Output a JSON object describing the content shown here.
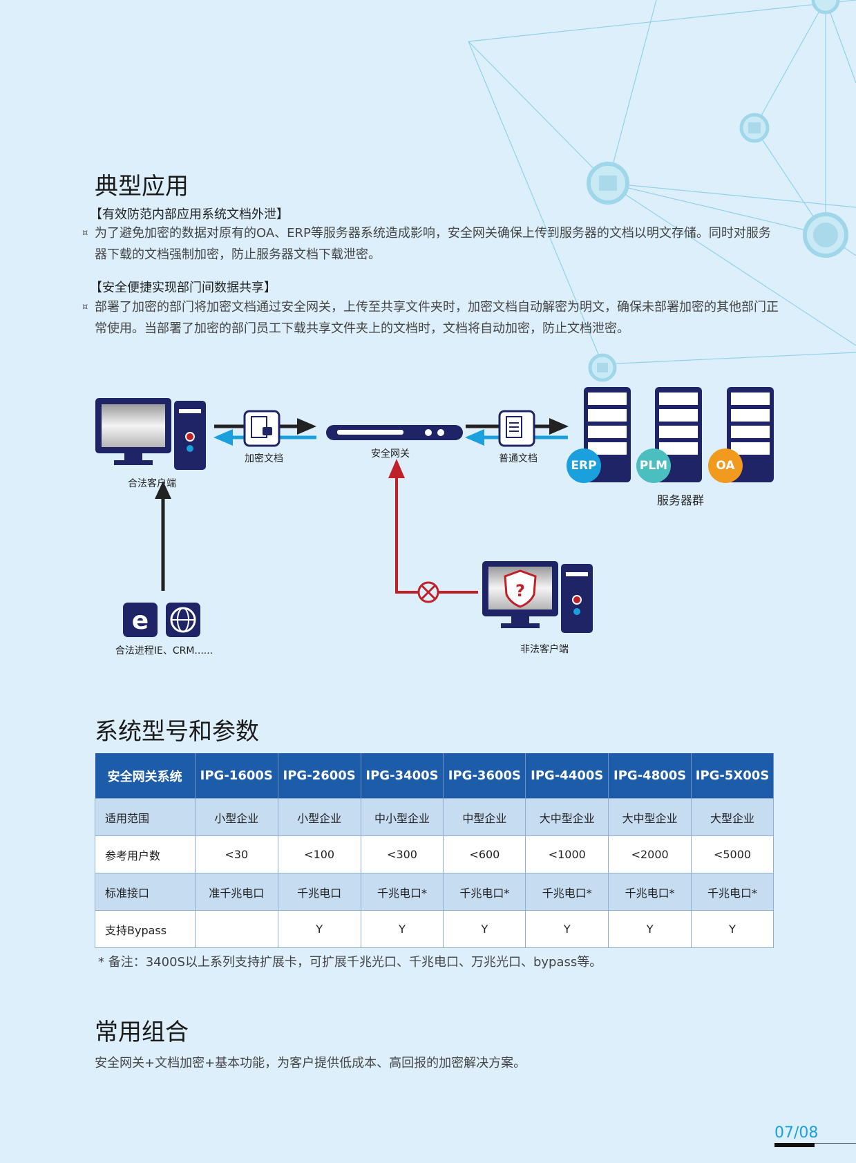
{
  "section1": {
    "title": "典型应用",
    "sub1": "【有效防范内部应用系统文档外泄】",
    "para1": "为了避免加密的数据对原有的OA、ERP等服务器系统造成影响，安全网关确保上传到服务器的文档以明文存储。同时对服务器下载的文档强制加密，防止服务器文档下载泄密。",
    "sub2": "【安全便捷实现部门间数据共享】",
    "para2": "部署了加密的部门将加密文档通过安全网关，上传至共享文件夹时，加密文档自动解密为明文，确保未部署加密的其他部门正常使用。当部署了加密的部门员工下载共享文件夹上的文档时，文档将自动加密，防止文档泄密。",
    "bullet": "¤"
  },
  "diagram": {
    "legal_client": "合法客户端",
    "encrypted_doc": "加密文档",
    "gateway": "安全网关",
    "normal_doc": "普通文档",
    "server_group": "服务器群",
    "badges": [
      "ERP",
      "PLM",
      "OA"
    ],
    "legal_process": "合法进程IE、CRM......",
    "illegal_client": "非法客户端",
    "colors": {
      "navy": "#1f2466",
      "blue": "#1aa0dc",
      "red": "#c0202a",
      "teal": "#4bbfbf",
      "orange": "#f29a1e"
    }
  },
  "section2": {
    "title": "系统型号和参数",
    "header": [
      "安全网关系统",
      "IPG-1600S",
      "IPG-2600S",
      "IPG-3400S",
      "IPG-3600S",
      "IPG-4400S",
      "IPG-4800S",
      "IPG-5X00S"
    ],
    "rows": [
      [
        "适用范围",
        "小型企业",
        "小型企业",
        "中小型企业",
        "中型企业",
        "大中型企业",
        "大中型企业",
        "大型企业"
      ],
      [
        "参考用户数",
        "<30",
        "<100",
        "<300",
        "<600",
        "<1000",
        "<2000",
        "<5000"
      ],
      [
        "标准接口",
        "准千兆电口",
        "千兆电口",
        "千兆电口*",
        "千兆电口*",
        "千兆电口*",
        "千兆电口*",
        "千兆电口*"
      ],
      [
        "支持Bypass",
        "",
        "Y",
        "Y",
        "Y",
        "Y",
        "Y",
        "Y"
      ]
    ],
    "note": "* 备注：3400S以上系列支持扩展卡，可扩展千兆光口、千兆电口、万兆光口、bypass等。"
  },
  "section3": {
    "title": "常用组合",
    "text": "安全网关+文档加密+基本功能，为客户提供低成本、高回报的加密解决方案。"
  },
  "page_number": "07/08"
}
